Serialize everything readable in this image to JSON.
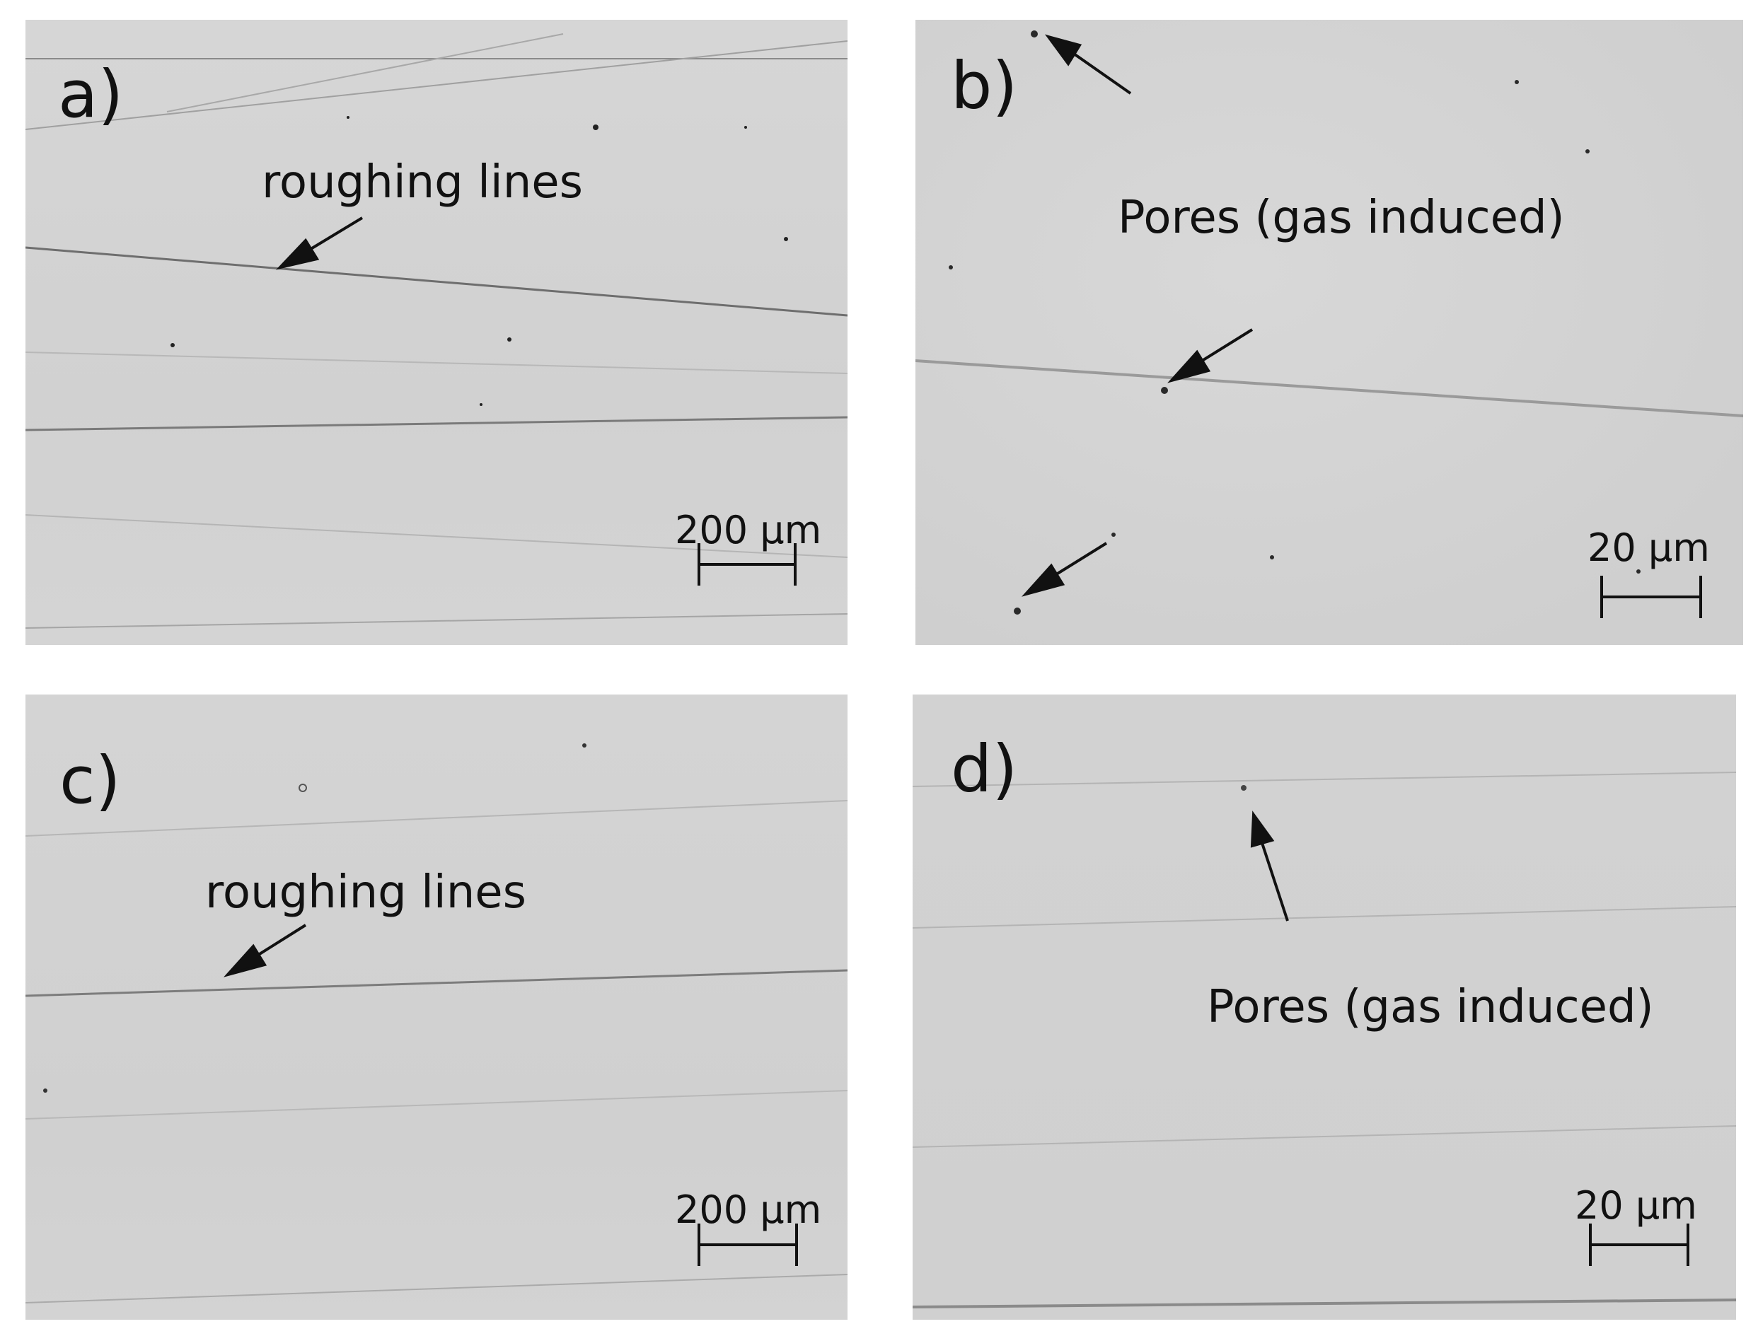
{
  "panels": {
    "a": {
      "letter": "a)",
      "annotation": "roughing lines",
      "scale_bar": "200 µm"
    },
    "b": {
      "letter": "b)",
      "annotation": "Pores (gas induced)",
      "scale_bar": "20 µm"
    },
    "c": {
      "letter": "c)",
      "annotation": "roughing lines",
      "scale_bar": "200 µm"
    },
    "d": {
      "letter": "d)",
      "annotation": "Pores (gas induced)",
      "scale_bar": "20 µm"
    }
  },
  "colors": {
    "background": "#ffffff",
    "micrograph": "#d3d3d3",
    "ink": "#111111"
  }
}
